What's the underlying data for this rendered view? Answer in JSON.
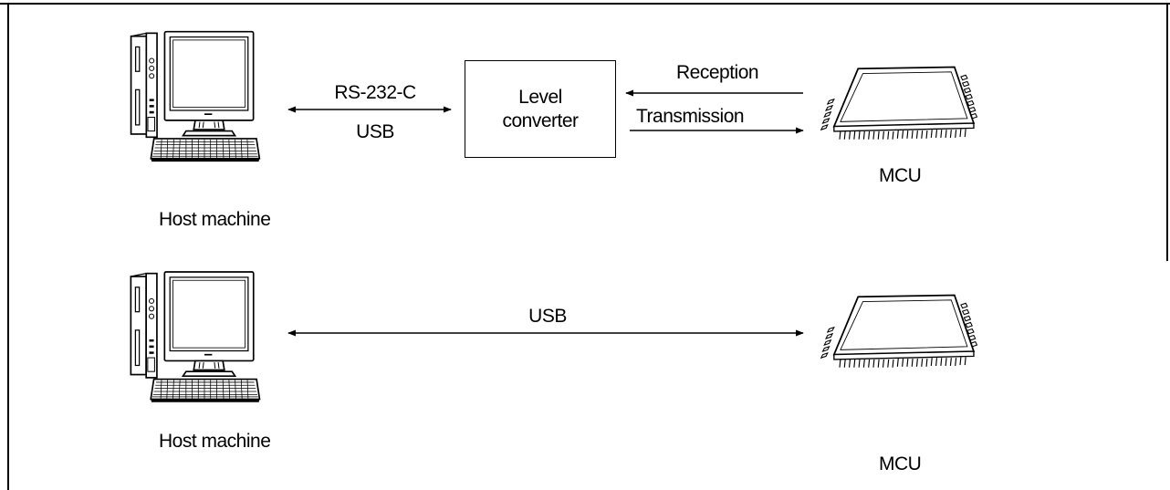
{
  "top": {
    "host_label": "Host machine",
    "link_label_1": "RS-232-C",
    "link_label_2": "USB",
    "converter": {
      "line1": "Level",
      "line2": "converter"
    },
    "reception_label": "Reception",
    "transmission_label": "Transmission",
    "mcu_label": "MCU"
  },
  "bottom": {
    "host_label": "Host machine",
    "link_label": "USB",
    "mcu_label": "MCU"
  },
  "colors": {
    "line": "#000000",
    "background": "#ffffff"
  }
}
